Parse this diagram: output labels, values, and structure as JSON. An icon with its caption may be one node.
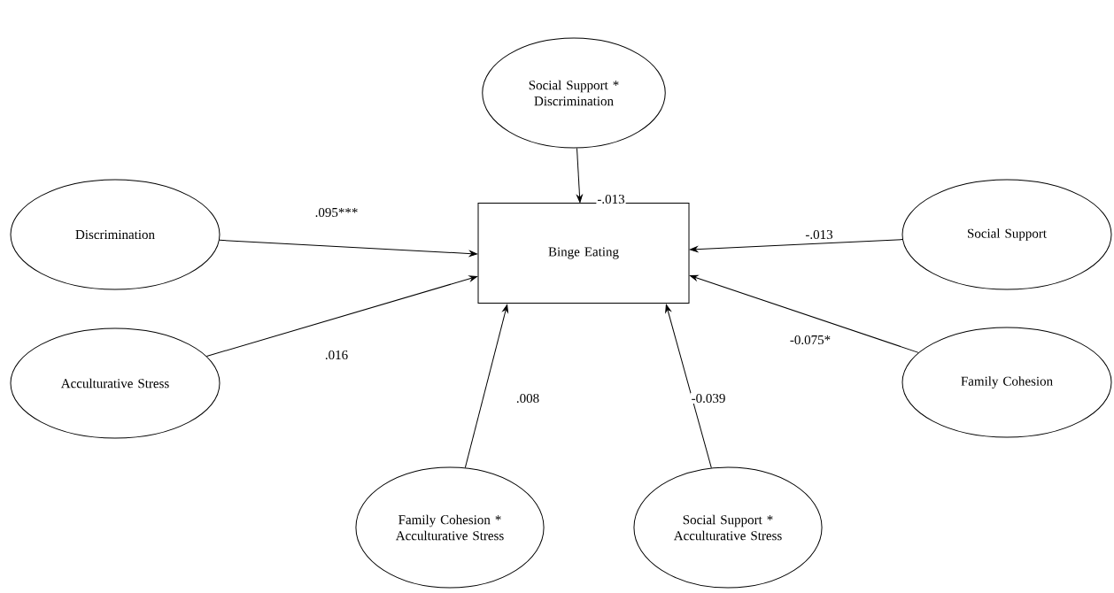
{
  "diagram": {
    "nodes": [
      {
        "text": [
          "Social Support * Discrimination"
        ]
      },
      {
        "text": [
          "Discrimination"
        ]
      },
      {
        "text": [
          "Social Support"
        ]
      },
      {
        "text": [
          "Binge Eating"
        ]
      },
      {
        "text": [
          "Acculturative Stress"
        ]
      },
      {
        "text": [
          "Family Cohesion"
        ]
      },
      {
        "text": [
          "Family Cohesion * Acculturative Stress"
        ]
      },
      {
        "text": [
          "Social Support * Acculturative Stress"
        ]
      }
    ],
    "edges": [
      {
        "from": 0,
        "to": 3,
        "arrow": "to",
        "label": "-.013"
      },
      {
        "from": 1,
        "to": 3,
        "arrow": "to",
        "label": ".095***"
      },
      {
        "from": 2,
        "to": 3,
        "arrow": "to",
        "label": "-.013"
      },
      {
        "from": 4,
        "to": 3,
        "arrow": "to",
        "label": ".016"
      },
      {
        "from": 5,
        "to": 3,
        "arrow": "to",
        "label": "-0.075*"
      },
      {
        "from": 6,
        "to": 3,
        "arrow": "to",
        "label": ".008"
      },
      {
        "from": 7,
        "to": 3,
        "arrow": "to",
        "label": "-0.039"
      }
    ]
  }
}
